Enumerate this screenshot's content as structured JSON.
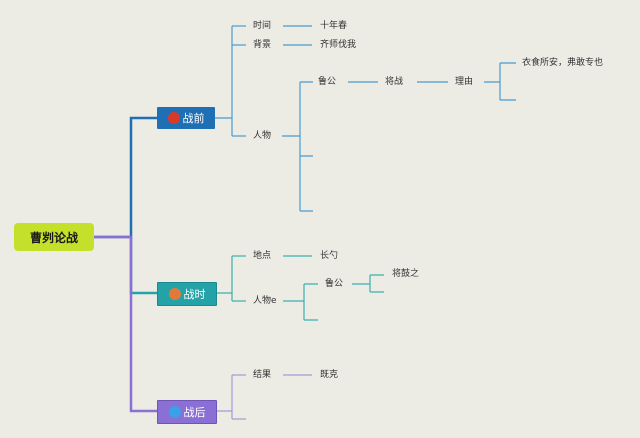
{
  "root": {
    "label": "曹刿论战"
  },
  "branches": [
    {
      "label": "战前",
      "color": "#1f6fb5",
      "dot_color": "#d83a2a",
      "children": [
        {
          "label": "时间",
          "value": "十年春"
        },
        {
          "label": "背景",
          "value": "齐师伐我"
        },
        {
          "label": "人物",
          "sub": {
            "a": "鲁公",
            "b": "将战",
            "c": "理由",
            "d": "衣食所安，弗敢专也"
          }
        }
      ]
    },
    {
      "label": "战时",
      "color": "#23a3a8",
      "dot_color": "#e07a3a",
      "children": [
        {
          "label": "地点",
          "value": "长勺"
        },
        {
          "label": "人物e",
          "sub": {
            "a": "鲁公",
            "b": "将鼓之"
          }
        }
      ]
    },
    {
      "label": "战后",
      "color": "#8a6fd4",
      "dot_color": "#3aa0e8",
      "children": [
        {
          "label": "结果",
          "value": "既克"
        }
      ]
    }
  ],
  "colors": {
    "background": "#ecebe4",
    "root_fill": "#c5e02a",
    "line_blue": "#1f6fb5",
    "line_purple": "#8a6fd4",
    "sub_blue": "#4a9bd0",
    "sub_teal": "#3ab0b0",
    "sub_purple": "#a898d8"
  }
}
